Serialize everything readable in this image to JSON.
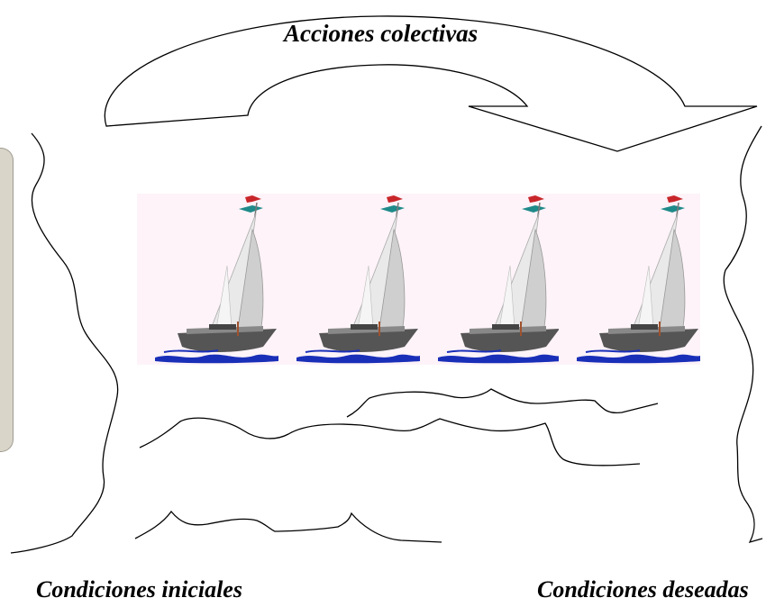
{
  "diagram": {
    "title": "Acciones colectivas",
    "initial_conditions_label": "Condiciones iniciales",
    "desired_conditions_label": "Condiciones deseadas",
    "boats": [
      {
        "name": "sailboat-1"
      },
      {
        "name": "sailboat-2"
      },
      {
        "name": "sailboat-3"
      },
      {
        "name": "sailboat-4"
      }
    ],
    "colors": {
      "line": "#000000",
      "boat_background": "#fdf3f8",
      "flag_red": "#c8262a",
      "flag_teal": "#1f8a8a",
      "water": "#1a2fb8",
      "hull": "#555555",
      "sail": "#eeeeee",
      "side_panel": "#d9d5c9"
    }
  }
}
